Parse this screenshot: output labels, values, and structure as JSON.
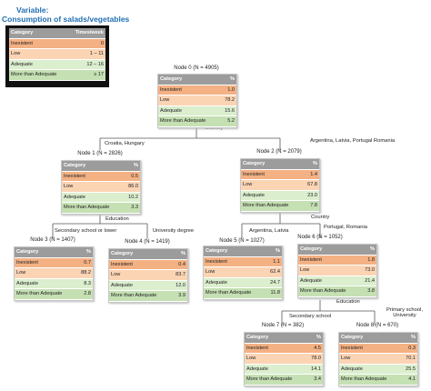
{
  "variable_title": "Variable:",
  "variable_name": "Consumption of salads/vegetables",
  "legend": {
    "headers": [
      "Category",
      "Times/week"
    ],
    "rows": [
      {
        "category": "Inexistent",
        "value": "0"
      },
      {
        "category": "Low",
        "value": "1 – 11"
      },
      {
        "category": "Adequate",
        "value": "12 – 16"
      },
      {
        "category": "More than Adequate",
        "value": "≥ 17"
      }
    ]
  },
  "table_header": {
    "category": "Category",
    "percent": "%"
  },
  "category_names": [
    "Inexistent",
    "Low",
    "Adequate",
    "More than Adequate"
  ],
  "nodes": [
    {
      "title": "Node 0 (N = 4905)",
      "values": [
        "1.0",
        "78.2",
        "15.6",
        "5.2"
      ]
    },
    {
      "title": "Node 1 (N = 2826)",
      "values": [
        "0.5",
        "86.0",
        "10.2",
        "3.3"
      ]
    },
    {
      "title": "Node 2 (N = 2079)",
      "values": [
        "1.4",
        "67.8",
        "23.0",
        "7.8"
      ]
    },
    {
      "title": "Node 3 (N = 1407)",
      "values": [
        "0.7",
        "88.2",
        "8.3",
        "2.8"
      ]
    },
    {
      "title": "Node 4 (N = 1419)",
      "values": [
        "0.4",
        "83.7",
        "12.0",
        "3.9"
      ]
    },
    {
      "title": "Node 5 (N = 1027)",
      "values": [
        "1.1",
        "62.4",
        "24.7",
        "11.8"
      ]
    },
    {
      "title": "Node 6 (N = 1052)",
      "values": [
        "1.8",
        "73.0",
        "21.4",
        "3.8"
      ]
    },
    {
      "title": "Node 7 (N = 382)",
      "values": [
        "4.5",
        "78.0",
        "14.1",
        "3.4"
      ]
    },
    {
      "title": "Node 8 (N = 670)",
      "values": [
        "0.3",
        "70.1",
        "25.5",
        "4.1"
      ]
    }
  ],
  "splits": {
    "country_1": "Country",
    "education_1": "Education",
    "country_2": "Country",
    "education_2": "Education"
  },
  "branches": {
    "b1": "Croatia, Hungary",
    "b2": "Argentina, Latvia, Portugal Romania",
    "b3": "Secondary school or lower",
    "b4": "University degree",
    "b5": "Argentina, Latvia",
    "b6": "Portugal, Romania",
    "b7": "Secondary school",
    "b8_line1": "Primary school,",
    "b8_line2": "University"
  }
}
